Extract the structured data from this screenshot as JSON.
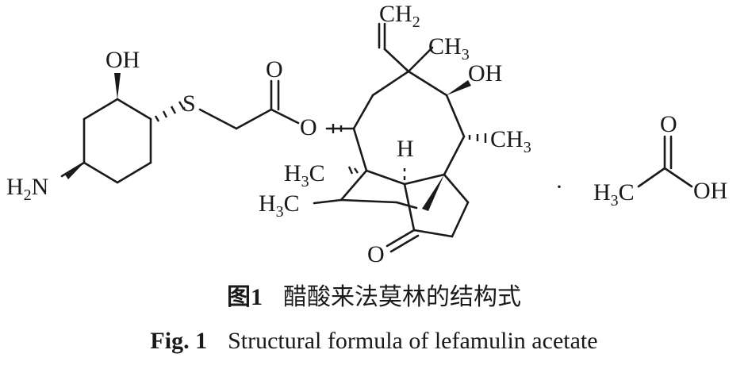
{
  "structure": {
    "labels": {
      "oh_top": "OH",
      "h2n": "H",
      "h2n_sub": "2",
      "h2n_n": "N",
      "sulfur": "S",
      "carbonyl_o1": "O",
      "ester_o": "O",
      "ch2": "CH",
      "ch2_sub": "2",
      "ch3_vinyl": "CH",
      "ch3_vinyl_sub": "3",
      "oh_right": "OH",
      "ch3_right": "CH",
      "ch3_right_sub": "3",
      "h_bridge": "H",
      "h3c_a": "H",
      "h3c_a_sub": "3",
      "h3c_a_c": "C",
      "h3c_b": "H",
      "h3c_b_sub": "3",
      "h3c_b_c": "C",
      "ketone_o": "O",
      "dot": "·",
      "acetic_h3c": "H",
      "acetic_h3c_sub": "3",
      "acetic_h3c_c": "C",
      "acetic_o": "O",
      "acetic_oh": "OH"
    }
  },
  "caption": {
    "cn_label": "图1",
    "cn_text": "醋酸来法莫林的结构式",
    "en_label": "Fig. 1",
    "en_text": "Structural formula of lefamulin acetate"
  }
}
